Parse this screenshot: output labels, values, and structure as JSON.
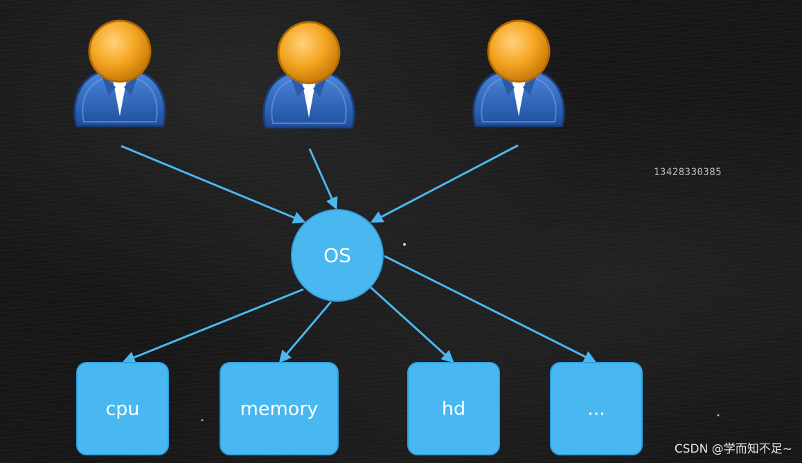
{
  "os_label": "OS",
  "resources": [
    {
      "label": "cpu"
    },
    {
      "label": "memory"
    },
    {
      "label": "hd"
    },
    {
      "label": "..."
    }
  ],
  "users": [
    {
      "icon": "user-icon"
    },
    {
      "icon": "user-icon"
    },
    {
      "icon": "user-icon"
    }
  ],
  "phone_overlay": "13428330385",
  "watermark": "CSDN @学而知不足~",
  "colors": {
    "background": "#161616",
    "node_fill": "#4ab8f0",
    "node_stroke": "#2f9fe0",
    "arrow": "#4ab8f0",
    "user_head": "#f5a623",
    "user_body": "#2e63b8"
  }
}
